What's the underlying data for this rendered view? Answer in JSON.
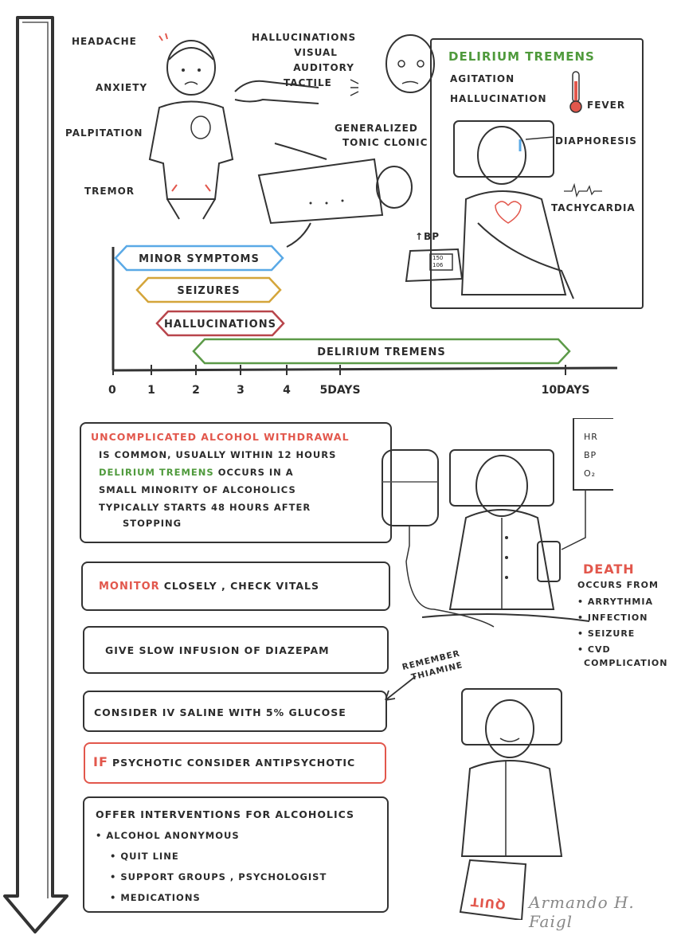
{
  "symptoms": {
    "headache": "HEADACHE",
    "anxiety": "ANXIETY",
    "palpitation": "PALPITATION",
    "tremor": "TREMOR",
    "hallucinations_title": "HALLUCINATIONS",
    "hallucinations_visual": "VISUAL",
    "hallucinations_auditory": "AUDITORY",
    "hallucinations_tactile": "TACTILE",
    "seizure_line1": "GENERALIZED",
    "seizure_line2": "TONIC CLONIC",
    "bp": "↑BP",
    "bp_reading_top": "150",
    "bp_reading_bottom": "106"
  },
  "dt_panel": {
    "title": "DELIRIUM TREMENS",
    "agitation": "AGITATION",
    "hallucination": "HALLUCINATION",
    "fever": "FEVER",
    "diaphoresis": "DIAPHORESIS",
    "tachycardia": "TACHYCARDIA"
  },
  "timeline": {
    "bars": [
      {
        "label": "MINOR SYMPTOMS",
        "color": "#5aa9e6"
      },
      {
        "label": "SEIZURES",
        "color": "#d4a53a"
      },
      {
        "label": "HALLUCINATIONS",
        "color": "#b8454b"
      },
      {
        "label": "DELIRIUM TREMENS",
        "color": "#5c9a48"
      }
    ],
    "ticks": [
      "0",
      "1",
      "2",
      "3",
      "4",
      "5DAYS",
      "10DAYS"
    ]
  },
  "info": {
    "title_red": "UNCOMPLICATED ALCOHOL WITHDRAWAL",
    "line1": "IS COMMON, USUALLY WITHIN 12 HOURS",
    "dt_green": "DELIRIUM TREMENS",
    "line2_rest": "OCCURS IN A",
    "line3": "SMALL MINORITY OF ALCOHOLICS",
    "line4": "TYPICALLY STARTS 48 HOURS AFTER",
    "line5": "STOPPING"
  },
  "steps": {
    "monitor_red": "MONITOR",
    "monitor_rest": "CLOSELY , CHECK VITALS",
    "diazepam": "GIVE SLOW INFUSION OF DIAZEPAM",
    "saline": "CONSIDER IV SALINE WITH 5% GLUCOSE",
    "if_red": "IF",
    "psychotic_rest": "PSYCHOTIC CONSIDER ANTIPSYCHOTIC",
    "offer_title": "OFFER INTERVENTIONS FOR ALCOHOLICS",
    "offer_items": [
      "ALCOHOL ANONYMOUS",
      "QUIT LINE",
      "SUPPORT GROUPS , PSYCHOLOGIST",
      "MEDICATIONS"
    ]
  },
  "side": {
    "thiamine_line1": "REMEMBER",
    "thiamine_line2": "THIAMINE",
    "monitor_hr": "HR",
    "monitor_bp": "BP",
    "monitor_o2": "O₂",
    "death_title": "DEATH",
    "death_sub": "OCCURS FROM",
    "death_causes": [
      "ARRYTHMIA",
      "INFECTION",
      "SEIZURE",
      "CVD",
      "COMPLICATION"
    ],
    "quit_paper": "QUIT"
  },
  "signature": "Armando H. Faigl"
}
